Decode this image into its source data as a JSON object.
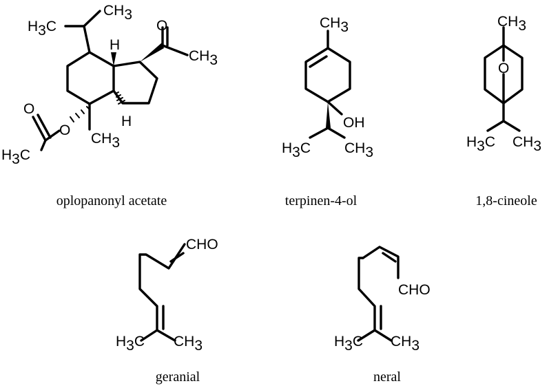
{
  "figure": {
    "molecules": [
      {
        "id": "oplopanonyl-acetate",
        "name": "oplopanonyl acetate",
        "atoms": {
          "h3c_top": [
            "H",
            "3",
            "C"
          ],
          "ch3_top": [
            "CH",
            "3"
          ],
          "o_ketone": "O",
          "h_top": "H",
          "ch3_acetyl": [
            "CH",
            "3"
          ],
          "o_ester_carbonyl": "O",
          "o_ester": "O",
          "h_bottom": "H",
          "ch3_ring": [
            "CH",
            "3"
          ],
          "h3c_acetate": [
            "H",
            "3",
            "C"
          ]
        }
      },
      {
        "id": "terpinen-4-ol",
        "name": "terpinen-4-ol",
        "atoms": {
          "ch3_top": [
            "CH",
            "3"
          ],
          "oh": "OH",
          "h3c_left": [
            "H",
            "3",
            "C"
          ],
          "ch3_right": [
            "CH",
            "3"
          ]
        }
      },
      {
        "id": "1-8-cineole",
        "name": "1,8-cineole",
        "atoms": {
          "ch3_top": [
            "CH",
            "3"
          ],
          "o_bridge": "O",
          "h3c_left": [
            "H",
            "3",
            "C"
          ],
          "ch3_right": [
            "CH",
            "3"
          ]
        }
      },
      {
        "id": "geranial",
        "name": "geranial",
        "atoms": {
          "cho": "CHO",
          "h3c_left": [
            "H",
            "3",
            "C"
          ],
          "ch3_right": [
            "CH",
            "3"
          ]
        }
      },
      {
        "id": "neral",
        "name": "neral",
        "atoms": {
          "cho": "CHO",
          "h3c_left": [
            "H",
            "3",
            "C"
          ],
          "ch3_right": [
            "CH",
            "3"
          ]
        }
      }
    ]
  }
}
